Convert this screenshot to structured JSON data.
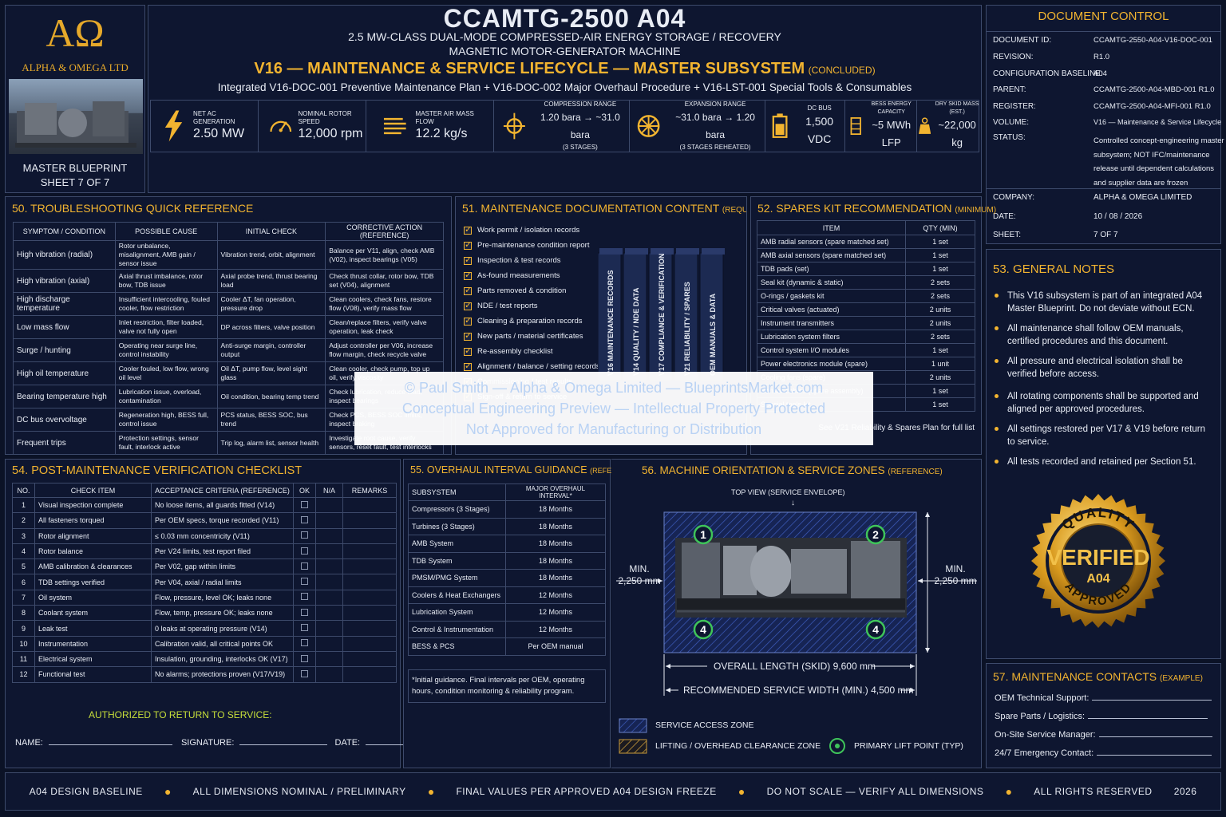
{
  "header": {
    "company_logo": "AΩ",
    "company": "ALPHA & OMEGA LTD",
    "sheet_label": "MASTER BLUEPRINT",
    "sheet_num": "SHEET 7 OF 7",
    "title": "CCAMTG-2500 A04",
    "subtitle1": "2.5 MW-CLASS DUAL-MODE COMPRESSED-AIR ENERGY STORAGE / RECOVERY",
    "subtitle2": "MAGNETIC MOTOR-GENERATOR MACHINE",
    "v16": "V16 — MAINTENANCE & SERVICE LIFECYCLE — MASTER SUBSYSTEM",
    "v16_tag": "(CONCLUDED)",
    "integrated": "Integrated V16-DOC-001 Preventive Maintenance Plan + V16-DOC-002 Major Overhaul Procedure + V16-LST-001 Special Tools & Consumables"
  },
  "stats": [
    {
      "label": "NET AC GENERATION",
      "value": "2.50 MW",
      "icon": "lightning-icon"
    },
    {
      "label": "NOMINAL ROTOR SPEED",
      "value": "12,000 rpm",
      "icon": "gauge-icon"
    },
    {
      "label": "MASTER AIR MASS FLOW",
      "value": "12.2 kg/s",
      "icon": "airflow-icon"
    },
    {
      "label": "COMPRESSION RANGE",
      "value": "1.20 bara → ~31.0 bara",
      "note": "(3 STAGES)",
      "icon": "compressor-icon"
    },
    {
      "label": "EXPANSION RANGE",
      "value": "~31.0 bara → 1.20 bara",
      "note": "(3 STAGES REHEATED)",
      "icon": "turbine-icon"
    },
    {
      "label": "DC BUS",
      "value": "1,500 VDC",
      "icon": "battery-icon"
    },
    {
      "label": "BESS ENERGY CAPACITY",
      "value": "~5 MWh LFP",
      "icon": "battery-stack-icon"
    },
    {
      "label": "DRY SKID MASS (EST.)",
      "value": "~22,000 kg",
      "icon": "weight-icon"
    }
  ],
  "doc_control": {
    "title": "DOCUMENT CONTROL",
    "rows": [
      {
        "k": "DOCUMENT ID:",
        "v": "CCAMTG-2550-A04-V16-DOC-001"
      },
      {
        "k": "REVISION:",
        "v": "R1.0"
      },
      {
        "k": "CONFIGURATION BASELINE:",
        "v": "A04"
      },
      {
        "k": "PARENT:",
        "v": "CCAMTG-2500-A04-MBD-001  R1.0"
      },
      {
        "k": "REGISTER:",
        "v": "CCAMTG-2500-A04-MFI-001  R1.0"
      },
      {
        "k": "VOLUME:",
        "v": "V16 — Maintenance & Service Lifecycle"
      }
    ],
    "status_k": "STATUS:",
    "status_lines": [
      "Controlled concept-engineering master",
      "subsystem; NOT IFC/maintenance",
      "release until dependent calculations",
      "and supplier data are frozen"
    ],
    "rows2": [
      {
        "k": "COMPANY:",
        "v": "ALPHA & OMEGA LIMITED"
      },
      {
        "k": "DATE:",
        "v": "10 / 08 / 2026"
      },
      {
        "k": "SHEET:",
        "v": "7  OF  7"
      }
    ]
  },
  "s50": {
    "num": "50.",
    "title": "TROUBLESHOOTING QUICK REFERENCE",
    "headers": [
      "SYMPTOM / CONDITION",
      "POSSIBLE CAUSE",
      "INITIAL CHECK",
      "CORRECTIVE ACTION (REFERENCE)"
    ],
    "rows": [
      [
        "High vibration (radial)",
        "Rotor unbalance, misalignment, AMB gain / sensor issue",
        "Vibration trend, orbit, alignment",
        "Balance per V11, align, check AMB (V02), inspect bearings (V05)"
      ],
      [
        "High vibration (axial)",
        "Axial thrust imbalance, rotor bow, TDB issue",
        "Axial probe trend, thrust bearing load",
        "Check thrust collar, rotor bow, TDB set (V04), alignment"
      ],
      [
        "High discharge temperature",
        "Insufficient intercooling, fouled cooler, flow restriction",
        "Cooler ΔT, fan operation, pressure drop",
        "Clean coolers, check fans, restore flow (V08), verify mass flow"
      ],
      [
        "Low mass flow",
        "Inlet restriction, filter loaded, valve not fully open",
        "DP across filters, valve position",
        "Clean/replace filters, verify valve operation, leak check"
      ],
      [
        "Surge / hunting",
        "Operating near surge line, control instability",
        "Anti-surge margin, controller output",
        "Adjust controller per V06, increase flow margin, check recycle valve"
      ],
      [
        "High oil temperature",
        "Cooler fouled, low flow, wrong oil level",
        "Oil ΔT, pump flow, level sight glass",
        "Clean cooler, check pump, top up oil, verify viscosity"
      ],
      [
        "Bearing temperature high",
        "Lubrication issue, overload, contamination",
        "Oil condition, bearing temp trend",
        "Check lubrication, reduce load, inspect bearings"
      ],
      [
        "DC bus overvoltage",
        "Regeneration high, BESS full, control issue",
        "PCS status, BESS SOC, bus trend",
        "Check PCS, BESS SOC limits, inspect braking"
      ],
      [
        "Frequent trips",
        "Protection settings, sensor fault, interlock active",
        "Trip log, alarm list, sensor health",
        "Investigate root cause, verify sensors, reset fault, test interlocks"
      ]
    ]
  },
  "s51": {
    "num": "51.",
    "title": "MAINTENANCE DOCUMENTATION CONTENT",
    "tag": "(REQUIRED)",
    "items": [
      "Work permit / isolation records",
      "Pre-maintenance condition report",
      "Inspection & test records",
      "As-found measurements",
      "Parts removed & condition",
      "NDE / test reports",
      "Cleaning & preparation records",
      "New parts / material certificates",
      "Re-assembly checklist",
      "Alignment / balance / setting records",
      "Commissioning / test results",
      "Sign-off & return to service"
    ],
    "binders": [
      "V16 MAINTENANCE RECORDS",
      "V14 QUALITY / NDE DATA",
      "V17 COMPLIANCE & VERIFICATION",
      "V21 RELIABILITY / SPARES",
      "OEM MANUALS & DATA"
    ]
  },
  "s52": {
    "num": "52.",
    "title": "SPARES KIT RECOMMENDATION",
    "tag": "(MINIMUM)",
    "headers": [
      "ITEM",
      "QTY (MIN)"
    ],
    "rows": [
      [
        "AMB radial sensors (spare matched set)",
        "1 set"
      ],
      [
        "AMB axial sensors (spare matched set)",
        "1 set"
      ],
      [
        "TDB pads (set)",
        "1 set"
      ],
      [
        "Seal kit (dynamic & static)",
        "2 sets"
      ],
      [
        "O-rings / gaskets kit",
        "2 sets"
      ],
      [
        "Critical valves (actuated)",
        "2 units"
      ],
      [
        "Instrument transmitters",
        "2 units"
      ],
      [
        "Lubrication system filters",
        "2 sets"
      ],
      [
        "Control system I/O modules",
        "1 set"
      ],
      [
        "Power electronics module (spare)",
        "1 unit"
      ],
      [
        "Cooling fans (spare)",
        "2 units"
      ],
      [
        "Sensor cables (spare assembly)",
        "1 set"
      ],
      [
        "Special tools kit",
        "1 set"
      ]
    ],
    "footer": "See V21 Reliability & Spares Plan for full list"
  },
  "s53": {
    "num": "53.",
    "title": "GENERAL NOTES",
    "notes": [
      "This V16 subsystem is part of an integrated A04 Master Blueprint. Do not deviate without ECN.",
      "All maintenance shall follow OEM manuals, certified procedures and this document.",
      "All pressure and electrical isolation shall be verified before access.",
      "All rotating components shall be supported and aligned per approved procedures.",
      "All settings restored per V17 & V19 before return to service.",
      "All tests recorded and retained per Section 51."
    ],
    "seal_top": "QUALITY",
    "seal_mid": "VERIFIED",
    "seal_code": "A04",
    "seal_bottom": "APPROVED"
  },
  "s54": {
    "num": "54.",
    "title": "POST-MAINTENANCE VERIFICATION CHECKLIST",
    "headers": [
      "NO.",
      "CHECK ITEM",
      "ACCEPTANCE CRITERIA (REFERENCE)",
      "OK",
      "N/A",
      "REMARKS"
    ],
    "rows": [
      [
        "1",
        "Visual inspection complete",
        "No loose items, all guards fitted (V14)"
      ],
      [
        "2",
        "All fasteners torqued",
        "Per OEM specs, torque recorded (V11)"
      ],
      [
        "3",
        "Rotor alignment",
        "≤ 0.03 mm concentricity (V11)"
      ],
      [
        "4",
        "Rotor balance",
        "Per V24 limits, test report filed"
      ],
      [
        "5",
        "AMB calibration & clearances",
        "Per V02, gap within limits"
      ],
      [
        "6",
        "TDB settings verified",
        "Per V04, axial / radial limits"
      ],
      [
        "7",
        "Oil system",
        "Flow, pressure, level OK; leaks none"
      ],
      [
        "8",
        "Coolant system",
        "Flow, temp, pressure OK; leaks none"
      ],
      [
        "9",
        "Leak test",
        "0 leaks at operating pressure (V14)"
      ],
      [
        "10",
        "Instrumentation",
        "Calibration valid, all critical points OK"
      ],
      [
        "11",
        "Electrical system",
        "Insulation, grounding, interlocks OK (V17)"
      ],
      [
        "12",
        "Functional test",
        "No alarms; protections proven (V17/V19)"
      ]
    ],
    "authorized": "AUTHORIZED TO RETURN TO SERVICE:",
    "name": "NAME:",
    "signature": "SIGNATURE:",
    "date": "DATE:"
  },
  "s55": {
    "num": "55.",
    "title": "OVERHAUL INTERVAL GUIDANCE",
    "tag": "(REFERENCE)",
    "headers": [
      "SUBSYSTEM",
      "MAJOR OVERHAUL INTERVAL*"
    ],
    "rows": [
      [
        "Compressors (3 Stages)",
        "18 Months"
      ],
      [
        "Turbines (3 Stages)",
        "18 Months"
      ],
      [
        "AMB System",
        "18 Months"
      ],
      [
        "TDB System",
        "18 Months"
      ],
      [
        "PMSM/PMG System",
        "18 Months"
      ],
      [
        "Coolers & Heat Exchangers",
        "12 Months"
      ],
      [
        "Lubrication System",
        "12 Months"
      ],
      [
        "Control & Instrumentation",
        "12 Months"
      ],
      [
        "BESS & PCS",
        "Per OEM manual"
      ]
    ],
    "footnote": "*Initial guidance. Final intervals per OEM, operating hours, condition monitoring & reliability program."
  },
  "s56": {
    "num": "56.",
    "title": "MACHINE ORIENTATION & SERVICE ZONES",
    "tag": "(REFERENCE)",
    "top_view": "TOP VIEW (SERVICE ENVELOPE)",
    "min_left": "MIN.",
    "min_left_val": "2,250 mm",
    "min_right": "MIN.",
    "min_right_val": "2,250 mm",
    "overall_length": "OVERALL LENGTH (SKID) 9,600 mm",
    "service_width": "RECOMMENDED SERVICE WIDTH (MIN.) 4,500 mm",
    "lift_points": [
      "1",
      "2",
      "4",
      "4"
    ],
    "legend_service": "SERVICE ACCESS ZONE",
    "legend_lifting": "LIFTING / OVERHEAD CLEARANCE ZONE",
    "legend_lift": "PRIMARY LIFT POINT (TYP)"
  },
  "s57": {
    "num": "57.",
    "title": "MAINTENANCE CONTACTS",
    "tag": "(EXAMPLE)",
    "contacts": [
      "OEM Technical Support:",
      "Spare Parts / Logistics:",
      "On-Site Service Manager:",
      "24/7 Emergency Contact:"
    ]
  },
  "watermark": [
    "© Paul Smith — Alpha & Omega Limited — BlueprintsMarket.com",
    "Conceptual Engineering Preview — Intellectual Property Protected",
    "Not Approved for Manufacturing or Distribution"
  ],
  "footer": [
    "A04  DESIGN BASELINE",
    "ALL DIMENSIONS NOMINAL / PRELIMINARY",
    "FINAL VALUES PER APPROVED A04 DESIGN FREEZE",
    "DO NOT SCALE — VERIFY ALL DIMENSIONS",
    "ALL RIGHTS RESERVED",
    "2026"
  ],
  "colors": {
    "accent": "#f2b430",
    "background": "#0b1226",
    "panel": "#0e1630",
    "border": "#3d4a6b",
    "lift_green": "#3fc45a"
  }
}
